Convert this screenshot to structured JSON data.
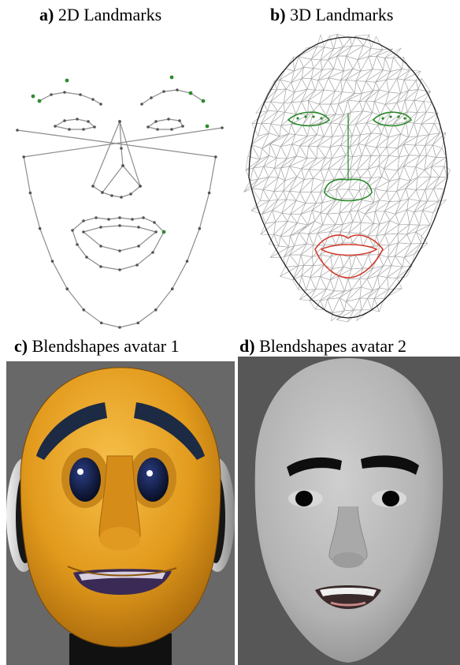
{
  "panels": {
    "a": {
      "letter": "a)",
      "title": "2D Landmarks"
    },
    "b": {
      "letter": "b)",
      "title": "3D Landmarks"
    },
    "c": {
      "letter": "c)",
      "title": "Blendshapes avatar 1"
    },
    "d": {
      "letter": "d)",
      "title": "Blendshapes avatar 2"
    }
  },
  "colors": {
    "landmark_line": "#8c8c8c",
    "landmark_point": "#555555",
    "landmark_highlight": "#2e8b2e",
    "mesh_line": "#a8a8a8",
    "mesh_outline": "#222222",
    "mesh_green": "#2a8a2a",
    "mesh_red": "#d23a2a",
    "avatar1_skin": "#e8a020",
    "avatar1_bg": "#6a6a6a",
    "avatar2_skin": "#b9b9b9",
    "avatar2_bg": "#5a5a5a"
  }
}
